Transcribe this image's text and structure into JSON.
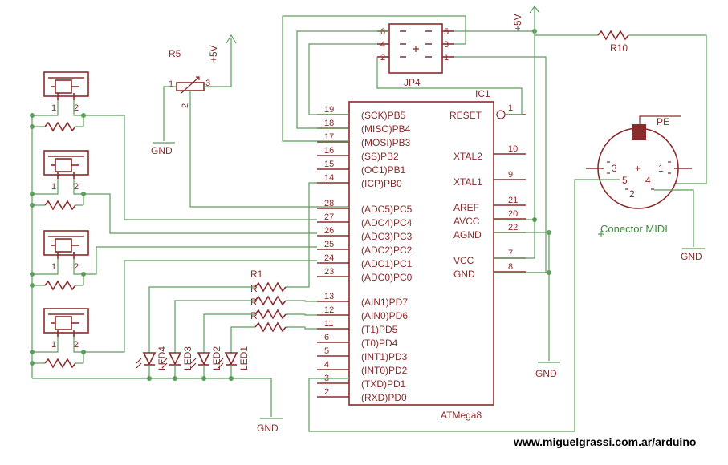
{
  "chip": {
    "name": "IC1",
    "part": "ATMega8",
    "left_pins": [
      {
        "num": "19",
        "name": "(SCK)PB5"
      },
      {
        "num": "18",
        "name": "(MISO)PB4"
      },
      {
        "num": "17",
        "name": "(MOSI)PB3"
      },
      {
        "num": "16",
        "name": "(SS)PB2"
      },
      {
        "num": "15",
        "name": "(OC1)PB1"
      },
      {
        "num": "14",
        "name": "(ICP)PB0"
      },
      {
        "num": "28",
        "name": "(ADC5)PC5"
      },
      {
        "num": "27",
        "name": "(ADC4)PC4"
      },
      {
        "num": "26",
        "name": "(ADC3)PC3"
      },
      {
        "num": "25",
        "name": "(ADC2)PC2"
      },
      {
        "num": "24",
        "name": "(ADC1)PC1"
      },
      {
        "num": "23",
        "name": "(ADC0)PC0"
      },
      {
        "num": "13",
        "name": "(AIN1)PD7"
      },
      {
        "num": "12",
        "name": "(AIN0)PD6"
      },
      {
        "num": "11",
        "name": "(T1)PD5"
      },
      {
        "num": "6",
        "name": "(T0)PD4"
      },
      {
        "num": "5",
        "name": "(INT1)PD3"
      },
      {
        "num": "4",
        "name": "(INT0)PD2"
      },
      {
        "num": "3",
        "name": "(TXD)PD1"
      },
      {
        "num": "2",
        "name": "(RXD)PD0"
      }
    ],
    "right_pins": [
      {
        "num": "1",
        "name": "RESET"
      },
      {
        "num": "10",
        "name": "XTAL2"
      },
      {
        "num": "9",
        "name": "XTAL1"
      },
      {
        "num": "21",
        "name": "AREF"
      },
      {
        "num": "20",
        "name": "AVCC"
      },
      {
        "num": "22",
        "name": "AGND"
      },
      {
        "num": "7",
        "name": "VCC"
      },
      {
        "num": "8",
        "name": "GND"
      }
    ]
  },
  "jp4": {
    "name": "JP4",
    "left_pins": [
      "6",
      "4",
      "2"
    ],
    "right_pins": [
      "5",
      "3",
      "1"
    ]
  },
  "r5": {
    "name": "R5",
    "pins": [
      "1",
      "2",
      "3"
    ]
  },
  "r10": {
    "name": "R10"
  },
  "r1": {
    "name": "R1"
  },
  "resistor_stack_labels": [
    "R",
    "R",
    "R"
  ],
  "leds": [
    "LED4",
    "LED3",
    "LED2",
    "LED1"
  ],
  "button_pins": [
    "1",
    "2"
  ],
  "midi": {
    "name": "Conector MIDI",
    "shield": "PE",
    "pins": [
      "3",
      "5",
      "+",
      "1",
      "4",
      "2"
    ]
  },
  "power": {
    "vcc": "+5V",
    "gnd": "GND"
  },
  "website": "www.miguelgrassi.com.ar/arduino"
}
